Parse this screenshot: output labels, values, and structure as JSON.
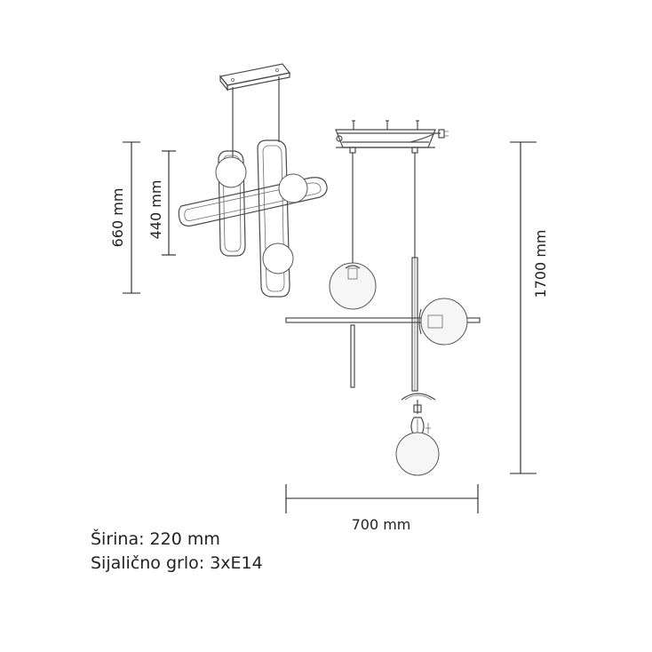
{
  "dimensions": {
    "height_left_outer": "660 mm",
    "height_left_inner": "440 mm",
    "height_total": "1700 mm",
    "width_total": "700 mm"
  },
  "specs": {
    "width": "Širina: 220 mm",
    "socket": "Sijalično grlo: 3xE14"
  }
}
